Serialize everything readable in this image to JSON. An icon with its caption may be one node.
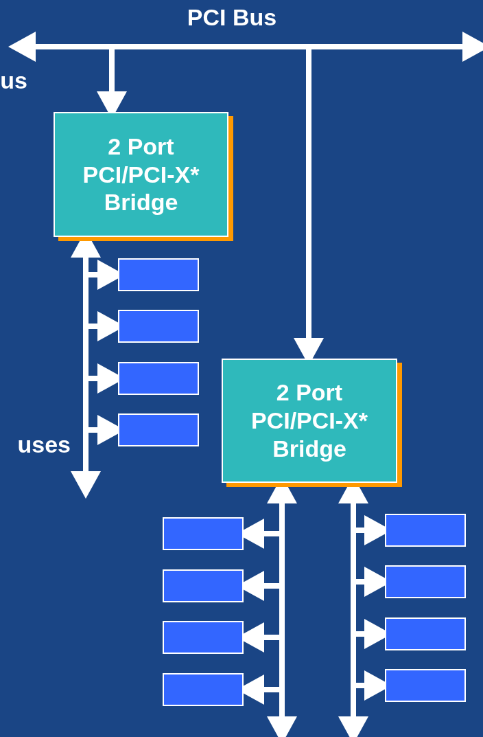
{
  "diagram": {
    "nodes": [
      {
        "text": [],
        "shape": "bar"
      },
      {
        "text": [
          "2 Port PCI/PCI-X* Bridge"
        ]
      },
      {
        "text": [],
        "shape": "bar"
      },
      {
        "text": [],
        "shape": "box"
      },
      {
        "text": [],
        "shape": "box"
      },
      {
        "text": [],
        "shape": "box"
      },
      {
        "text": [],
        "shape": "box"
      },
      {
        "text": [
          "2 Port PCI/PCI-X* Bridge"
        ]
      },
      {
        "text": [],
        "shape": "bar"
      },
      {
        "text": [],
        "shape": "box"
      },
      {
        "text": [],
        "shape": "box"
      },
      {
        "text": [],
        "shape": "box"
      },
      {
        "text": [],
        "shape": "box"
      },
      {
        "text": [],
        "shape": "bar"
      },
      {
        "text": [],
        "shape": "box"
      },
      {
        "text": [],
        "shape": "box"
      },
      {
        "text": [],
        "shape": "box"
      },
      {
        "text": [],
        "shape": "box"
      }
    ],
    "edges": [
      {
        "from": 0,
        "to": null,
        "arrow": "to"
      },
      {
        "from": 0,
        "to": null,
        "arrow": "to"
      },
      {
        "from": 0,
        "to": 1,
        "arrow": "to"
      },
      {
        "from": 0,
        "to": 7,
        "arrow": "to"
      },
      {
        "from": 2,
        "to": 1,
        "arrow": "to"
      },
      {
        "from": 2,
        "to": null,
        "arrow": "to"
      },
      {
        "from": 2,
        "to": 3,
        "arrow": "to"
      },
      {
        "from": 2,
        "to": 4,
        "arrow": "to"
      },
      {
        "from": 2,
        "to": 5,
        "arrow": "to"
      },
      {
        "from": 2,
        "to": 6,
        "arrow": "to"
      },
      {
        "from": 8,
        "to": 7,
        "arrow": "to"
      },
      {
        "from": 8,
        "to": null,
        "arrow": "to"
      },
      {
        "from": 8,
        "to": 9,
        "arrow": "to"
      },
      {
        "from": 8,
        "to": 10,
        "arrow": "to"
      },
      {
        "from": 8,
        "to": 11,
        "arrow": "to"
      },
      {
        "from": 8,
        "to": 12,
        "arrow": "to"
      },
      {
        "from": 13,
        "to": 7,
        "arrow": "to"
      },
      {
        "from": 13,
        "to": null,
        "arrow": "to"
      },
      {
        "from": 13,
        "to": 14,
        "arrow": "to"
      },
      {
        "from": 13,
        "to": 15,
        "arrow": "to"
      },
      {
        "from": 13,
        "to": 16,
        "arrow": "to"
      },
      {
        "from": 13,
        "to": 17,
        "arrow": "to"
      }
    ],
    "labels": [
      "PCI Bus",
      "us",
      "uses"
    ]
  }
}
